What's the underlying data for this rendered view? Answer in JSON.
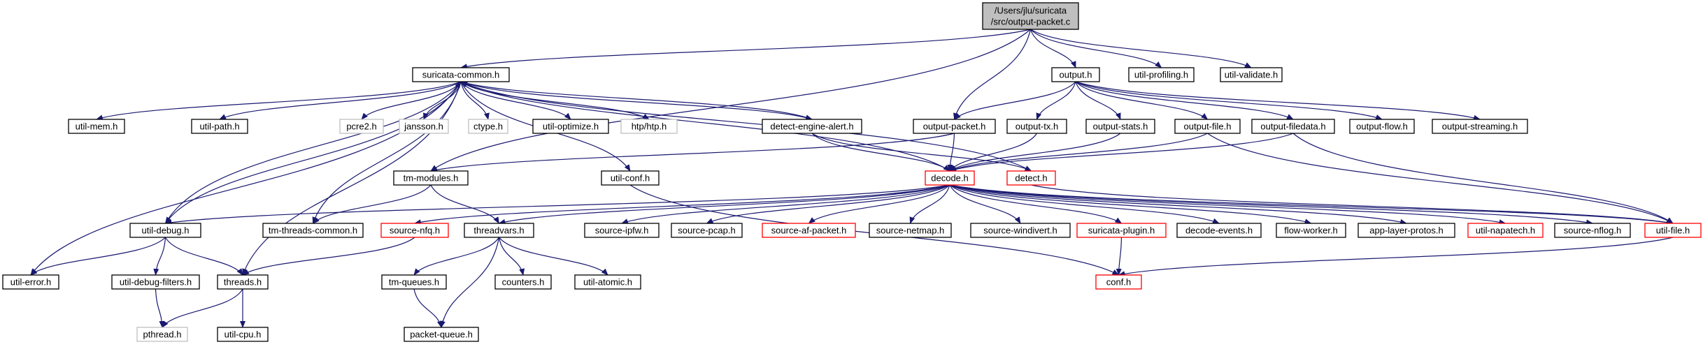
{
  "colors": {
    "edge": "#191970",
    "border_normal": "#000000",
    "border_missing": "#bfbfbf",
    "border_truncated": "#ff0000",
    "root_fill": "#bfbfbf",
    "fill": "#ffffff",
    "text": "#000000"
  },
  "nodes": [
    {
      "id": "root",
      "label": [
        "/Users/jlu/suricata",
        "/src/output-packet.c"
      ],
      "kind": "root"
    },
    {
      "id": "suricata_common",
      "label": [
        "suricata-common.h"
      ],
      "kind": "normal"
    },
    {
      "id": "output_h",
      "label": [
        "output.h"
      ],
      "kind": "normal"
    },
    {
      "id": "util_profiling",
      "label": [
        "util-profiling.h"
      ],
      "kind": "normal"
    },
    {
      "id": "util_validate",
      "label": [
        "util-validate.h"
      ],
      "kind": "normal"
    },
    {
      "id": "util_mem",
      "label": [
        "util-mem.h"
      ],
      "kind": "normal"
    },
    {
      "id": "util_path",
      "label": [
        "util-path.h"
      ],
      "kind": "normal"
    },
    {
      "id": "pcre2",
      "label": [
        "pcre2.h"
      ],
      "kind": "missing"
    },
    {
      "id": "jansson",
      "label": [
        "jansson.h"
      ],
      "kind": "missing"
    },
    {
      "id": "ctype",
      "label": [
        "ctype.h"
      ],
      "kind": "missing"
    },
    {
      "id": "util_optimize",
      "label": [
        "util-optimize.h"
      ],
      "kind": "normal"
    },
    {
      "id": "htp",
      "label": [
        "htp/htp.h"
      ],
      "kind": "missing"
    },
    {
      "id": "detect_engine_alert",
      "label": [
        "detect-engine-alert.h"
      ],
      "kind": "normal"
    },
    {
      "id": "output_packet_h",
      "label": [
        "output-packet.h"
      ],
      "kind": "normal"
    },
    {
      "id": "output_tx",
      "label": [
        "output-tx.h"
      ],
      "kind": "normal"
    },
    {
      "id": "output_stats",
      "label": [
        "output-stats.h"
      ],
      "kind": "normal"
    },
    {
      "id": "output_file",
      "label": [
        "output-file.h"
      ],
      "kind": "normal"
    },
    {
      "id": "output_filedata",
      "label": [
        "output-filedata.h"
      ],
      "kind": "normal"
    },
    {
      "id": "output_flow",
      "label": [
        "output-flow.h"
      ],
      "kind": "normal"
    },
    {
      "id": "output_streaming",
      "label": [
        "output-streaming.h"
      ],
      "kind": "normal"
    },
    {
      "id": "tm_modules",
      "label": [
        "tm-modules.h"
      ],
      "kind": "normal"
    },
    {
      "id": "util_conf",
      "label": [
        "util-conf.h"
      ],
      "kind": "normal"
    },
    {
      "id": "decode",
      "label": [
        "decode.h"
      ],
      "kind": "truncated"
    },
    {
      "id": "detect",
      "label": [
        "detect.h"
      ],
      "kind": "truncated"
    },
    {
      "id": "util_debug",
      "label": [
        "util-debug.h"
      ],
      "kind": "normal"
    },
    {
      "id": "tm_threads_common",
      "label": [
        "tm-threads-common.h"
      ],
      "kind": "normal"
    },
    {
      "id": "source_nfq",
      "label": [
        "source-nfq.h"
      ],
      "kind": "truncated"
    },
    {
      "id": "threadvars",
      "label": [
        "threadvars.h"
      ],
      "kind": "normal"
    },
    {
      "id": "source_ipfw",
      "label": [
        "source-ipfw.h"
      ],
      "kind": "normal"
    },
    {
      "id": "source_pcap",
      "label": [
        "source-pcap.h"
      ],
      "kind": "normal"
    },
    {
      "id": "source_af_packet",
      "label": [
        "source-af-packet.h"
      ],
      "kind": "truncated"
    },
    {
      "id": "source_netmap",
      "label": [
        "source-netmap.h"
      ],
      "kind": "normal"
    },
    {
      "id": "source_windivert",
      "label": [
        "source-windivert.h"
      ],
      "kind": "normal"
    },
    {
      "id": "suricata_plugin",
      "label": [
        "suricata-plugin.h"
      ],
      "kind": "truncated"
    },
    {
      "id": "decode_events",
      "label": [
        "decode-events.h"
      ],
      "kind": "normal"
    },
    {
      "id": "flow_worker",
      "label": [
        "flow-worker.h"
      ],
      "kind": "normal"
    },
    {
      "id": "app_layer_protos",
      "label": [
        "app-layer-protos.h"
      ],
      "kind": "normal"
    },
    {
      "id": "util_napatech",
      "label": [
        "util-napatech.h"
      ],
      "kind": "truncated"
    },
    {
      "id": "source_nflog",
      "label": [
        "source-nflog.h"
      ],
      "kind": "normal"
    },
    {
      "id": "util_file",
      "label": [
        "util-file.h"
      ],
      "kind": "truncated"
    },
    {
      "id": "util_error",
      "label": [
        "util-error.h"
      ],
      "kind": "normal"
    },
    {
      "id": "util_debug_filters",
      "label": [
        "util-debug-filters.h"
      ],
      "kind": "normal"
    },
    {
      "id": "threads",
      "label": [
        "threads.h"
      ],
      "kind": "normal"
    },
    {
      "id": "tm_queues",
      "label": [
        "tm-queues.h"
      ],
      "kind": "normal"
    },
    {
      "id": "counters",
      "label": [
        "counters.h"
      ],
      "kind": "normal"
    },
    {
      "id": "util_atomic",
      "label": [
        "util-atomic.h"
      ],
      "kind": "normal"
    },
    {
      "id": "conf",
      "label": [
        "conf.h"
      ],
      "kind": "truncated"
    },
    {
      "id": "pthread",
      "label": [
        "pthread.h"
      ],
      "kind": "missing"
    },
    {
      "id": "util_cpu",
      "label": [
        "util-cpu.h"
      ],
      "kind": "normal"
    },
    {
      "id": "packet_queue",
      "label": [
        "packet-queue.h"
      ],
      "kind": "normal"
    }
  ],
  "edges": [
    [
      "root",
      "suricata_common"
    ],
    [
      "root",
      "output_h"
    ],
    [
      "root",
      "util_profiling"
    ],
    [
      "root",
      "util_validate"
    ],
    [
      "root",
      "output_packet_h"
    ],
    [
      "root",
      "tm_modules"
    ],
    [
      "suricata_common",
      "util_mem"
    ],
    [
      "suricata_common",
      "util_path"
    ],
    [
      "suricata_common",
      "pcre2"
    ],
    [
      "suricata_common",
      "jansson"
    ],
    [
      "suricata_common",
      "ctype"
    ],
    [
      "suricata_common",
      "util_optimize"
    ],
    [
      "suricata_common",
      "htp"
    ],
    [
      "suricata_common",
      "detect_engine_alert"
    ],
    [
      "suricata_common",
      "util_error"
    ],
    [
      "suricata_common",
      "util_debug"
    ],
    [
      "suricata_common",
      "threads"
    ],
    [
      "suricata_common",
      "tm_threads_common"
    ],
    [
      "suricata_common",
      "util_conf"
    ],
    [
      "output_h",
      "output_packet_h"
    ],
    [
      "output_h",
      "output_tx"
    ],
    [
      "output_h",
      "output_stats"
    ],
    [
      "output_h",
      "output_file"
    ],
    [
      "output_h",
      "output_filedata"
    ],
    [
      "output_h",
      "output_flow"
    ],
    [
      "output_h",
      "output_streaming"
    ],
    [
      "output_packet_h",
      "decode"
    ],
    [
      "output_packet_h",
      "tm_modules"
    ],
    [
      "output_tx",
      "decode"
    ],
    [
      "output_stats",
      "decode"
    ],
    [
      "output_file",
      "decode"
    ],
    [
      "output_file",
      "util_file"
    ],
    [
      "output_filedata",
      "decode"
    ],
    [
      "output_filedata",
      "util_file"
    ],
    [
      "detect_engine_alert",
      "suricata_common"
    ],
    [
      "detect_engine_alert",
      "decode"
    ],
    [
      "detect_engine_alert",
      "detect"
    ],
    [
      "tm_modules",
      "tm_threads_common"
    ],
    [
      "tm_modules",
      "threadvars"
    ],
    [
      "decode",
      "suricata_common"
    ],
    [
      "decode",
      "util_debug"
    ],
    [
      "decode",
      "threadvars"
    ],
    [
      "decode",
      "source_nfq"
    ],
    [
      "decode",
      "source_ipfw"
    ],
    [
      "decode",
      "source_pcap"
    ],
    [
      "decode",
      "source_af_packet"
    ],
    [
      "decode",
      "source_netmap"
    ],
    [
      "decode",
      "source_windivert"
    ],
    [
      "decode",
      "suricata_plugin"
    ],
    [
      "decode",
      "decode_events"
    ],
    [
      "decode",
      "flow_worker"
    ],
    [
      "decode",
      "app_layer_protos"
    ],
    [
      "decode",
      "util_napatech"
    ],
    [
      "decode",
      "source_nflog"
    ],
    [
      "decode",
      "util_file"
    ],
    [
      "detect",
      "suricata_common"
    ],
    [
      "detect",
      "util_file"
    ],
    [
      "util_conf",
      "conf"
    ],
    [
      "util_file",
      "conf"
    ],
    [
      "suricata_plugin",
      "conf"
    ],
    [
      "util_debug",
      "util_error"
    ],
    [
      "util_debug",
      "util_debug_filters"
    ],
    [
      "util_debug",
      "threads"
    ],
    [
      "util_debug",
      "suricata_common"
    ],
    [
      "util_debug_filters",
      "pthread"
    ],
    [
      "threads",
      "pthread"
    ],
    [
      "threads",
      "util_cpu"
    ],
    [
      "source_nfq",
      "threads"
    ],
    [
      "threadvars",
      "tm_queues"
    ],
    [
      "threadvars",
      "counters"
    ],
    [
      "threadvars",
      "util_atomic"
    ],
    [
      "threadvars",
      "packet_queue"
    ],
    [
      "tm_queues",
      "packet_queue"
    ]
  ]
}
